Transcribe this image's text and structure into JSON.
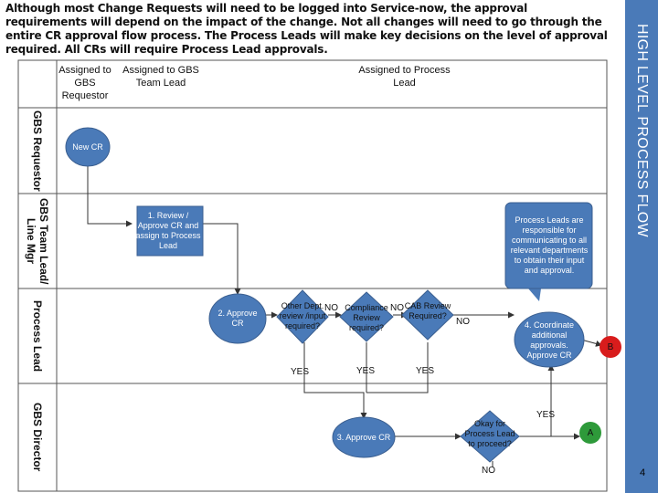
{
  "intro_text": "Although most Change Requests will need to be logged into Service-now, the approval requirements will depend on the impact of the change. Not all changes will need to go through the entire CR approval flow process. The Process Leads will make key decisions on the level of approval required. All CRs will require Process Lead approvals.",
  "sidebar_title": "HIGH LEVEL PROCESS FLOW",
  "page_number": "4",
  "columns": {
    "col1": "Assigned to GBS Requestor",
    "col2": "Assigned to GBS Team Lead",
    "col3": "Assigned to Process Lead"
  },
  "lanes": {
    "lane1": "GBS Requestor",
    "lane2": "GBS Team Lead/ Line Mgr",
    "lane3": "Process Lead",
    "lane4": "GBS Director"
  },
  "nodes": {
    "new_cr": "New CR",
    "review": "1. Review / Approve CR and assign to Process Lead",
    "note": "Process Leads are responsible for communicating to all relevant departments to obtain their input and approval.",
    "approve2": "2. Approve CR",
    "other_dept": "Other Dept. review /input required?",
    "compliance": "Compliance Review required?",
    "cab": "CAB Review Required?",
    "coordinate": "4. Coordinate additional approvals. Approve CR",
    "approve3": "3. Approve CR",
    "okay": "Okay for Process Lead to proceed?"
  },
  "connectors": {
    "b": "B",
    "a": "A"
  },
  "labels": {
    "no1": "NO",
    "no2": "NO",
    "no3": "NO",
    "yes1": "YES",
    "yes2": "YES",
    "yes3": "YES",
    "yes4": "YES",
    "no4": "NO"
  },
  "colors": {
    "node_blue": "#4a7ab8",
    "connector_red": "#d81c1c",
    "connector_green": "#2e9a3a",
    "sidebar": "#4a7ab8"
  }
}
